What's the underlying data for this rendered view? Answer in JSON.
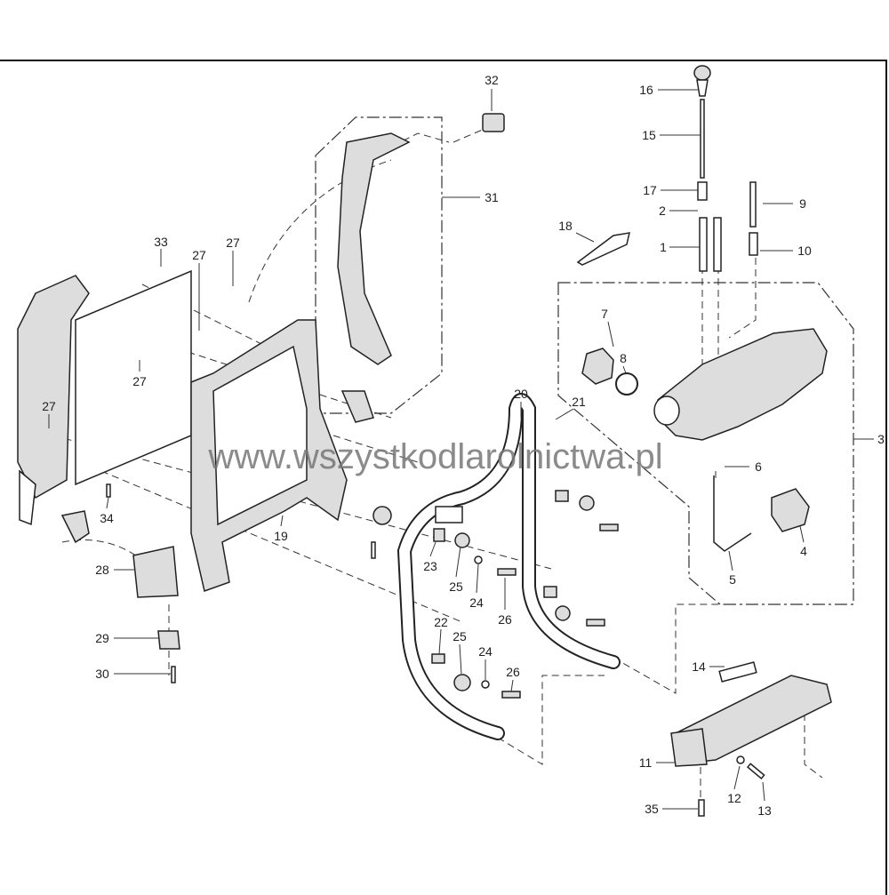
{
  "diagram": {
    "watermark": "www.wszystkodlarolnictwa.pl",
    "labels": {
      "l32": "32",
      "l16": "16",
      "l15": "15",
      "l17": "17",
      "l2": "2",
      "l9": "9",
      "l18": "18",
      "l1": "1",
      "l10": "10",
      "l7": "7",
      "l8": "8",
      "l31": "31",
      "l33": "33",
      "l27a": "27",
      "l27b": "27",
      "l27c": "27",
      "l27d": "27",
      "l3": "3",
      "l6": "6",
      "l20": "20",
      "l21": "21",
      "l4": "4",
      "l5": "5",
      "l34": "34",
      "l19": "19",
      "l23": "23",
      "l25a": "25",
      "l24a": "24",
      "l26a": "26",
      "l28": "28",
      "l29": "29",
      "l30": "30",
      "l22": "22",
      "l25b": "25",
      "l24b": "24",
      "l26b": "26",
      "l14": "14",
      "l11": "11",
      "l12": "12",
      "l13": "13",
      "l35": "35"
    }
  }
}
